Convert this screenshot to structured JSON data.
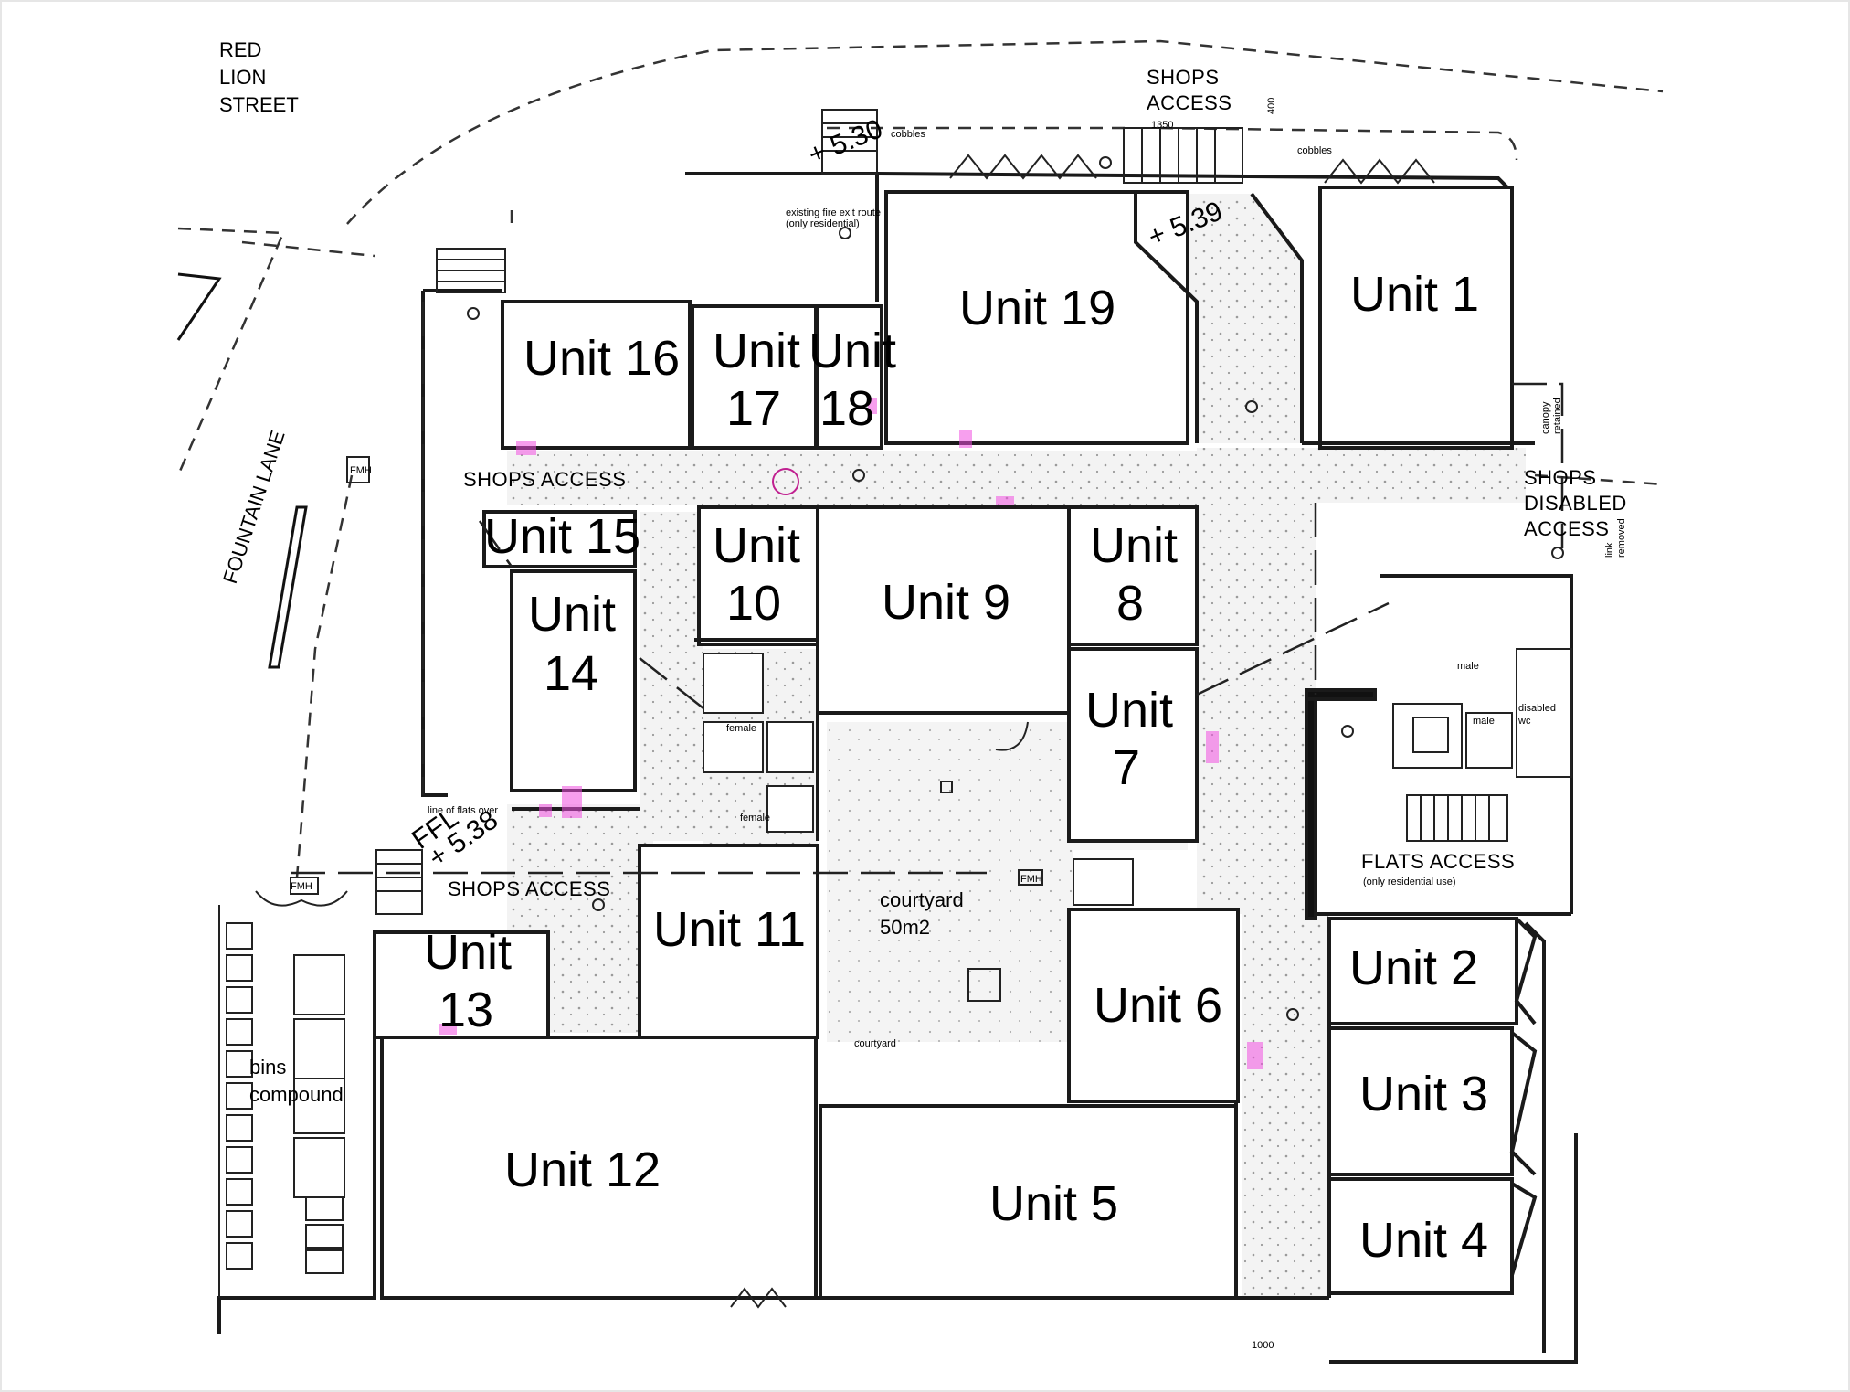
{
  "streets": {
    "red_lion": [
      "RED",
      "LION",
      "STREET"
    ],
    "fountain_lane": "FOUNTAIN LANE"
  },
  "units": {
    "u1": "Unit 1",
    "u2": "Unit 2",
    "u3": "Unit 3",
    "u4": "Unit 4",
    "u5": "Unit 5",
    "u6": "Unit 6",
    "u7": [
      "Unit",
      "7"
    ],
    "u8": [
      "Unit",
      "8"
    ],
    "u9": "Unit 9",
    "u10": [
      "Unit",
      "10"
    ],
    "u11": "Unit 11",
    "u12": "Unit 12",
    "u13": [
      "Unit",
      "13"
    ],
    "u14": [
      "Unit",
      "14"
    ],
    "u15": "Unit 15",
    "u16": "Unit 16",
    "u17": [
      "Unit",
      "17"
    ],
    "u18": [
      "Unit",
      "18"
    ],
    "u19": "Unit 19"
  },
  "access": {
    "shops_top": [
      "SHOPS",
      "ACCESS"
    ],
    "shops_access_upper": "SHOPS ACCESS",
    "shops_access_lower": "SHOPS ACCESS",
    "shops_disabled": [
      "SHOPS",
      "DISABLED",
      "ACCESS"
    ],
    "flats_access": "FLATS ACCESS",
    "flats_note": "(only residential use)"
  },
  "courtyard": {
    "name": "courtyard",
    "area": "50m2",
    "small": "courtyard"
  },
  "bins": [
    "bins",
    "compound"
  ],
  "levels": {
    "top": "+ 5.30",
    "stair": "+ 5.39",
    "ffl_label": "FFL",
    "ffl": "+ 5.38"
  },
  "toilets": {
    "female1": "female",
    "female2": "female",
    "male1": "male",
    "male2": "male",
    "disabled": [
      "disabled",
      "wc"
    ]
  },
  "notes": {
    "cobbles1": "cobbles",
    "cobbles2": "cobbles",
    "fire_exit": [
      "existing fire exit route",
      "(only residential)"
    ],
    "flats_over": "line of flats over",
    "canopy": [
      "canopy",
      "retained"
    ],
    "link": [
      "link",
      "removed"
    ]
  },
  "dims": {
    "d1350": "1350",
    "d1000": "1000",
    "d400": "400"
  },
  "meters": {
    "fmh1": "FMH",
    "fmh2": "FMH",
    "fmh3": "FMH"
  },
  "colors": {
    "line": "#111111",
    "hatch": "#cfcfcf",
    "highlight": "#f050e0",
    "outline": "#2a2a2a"
  }
}
